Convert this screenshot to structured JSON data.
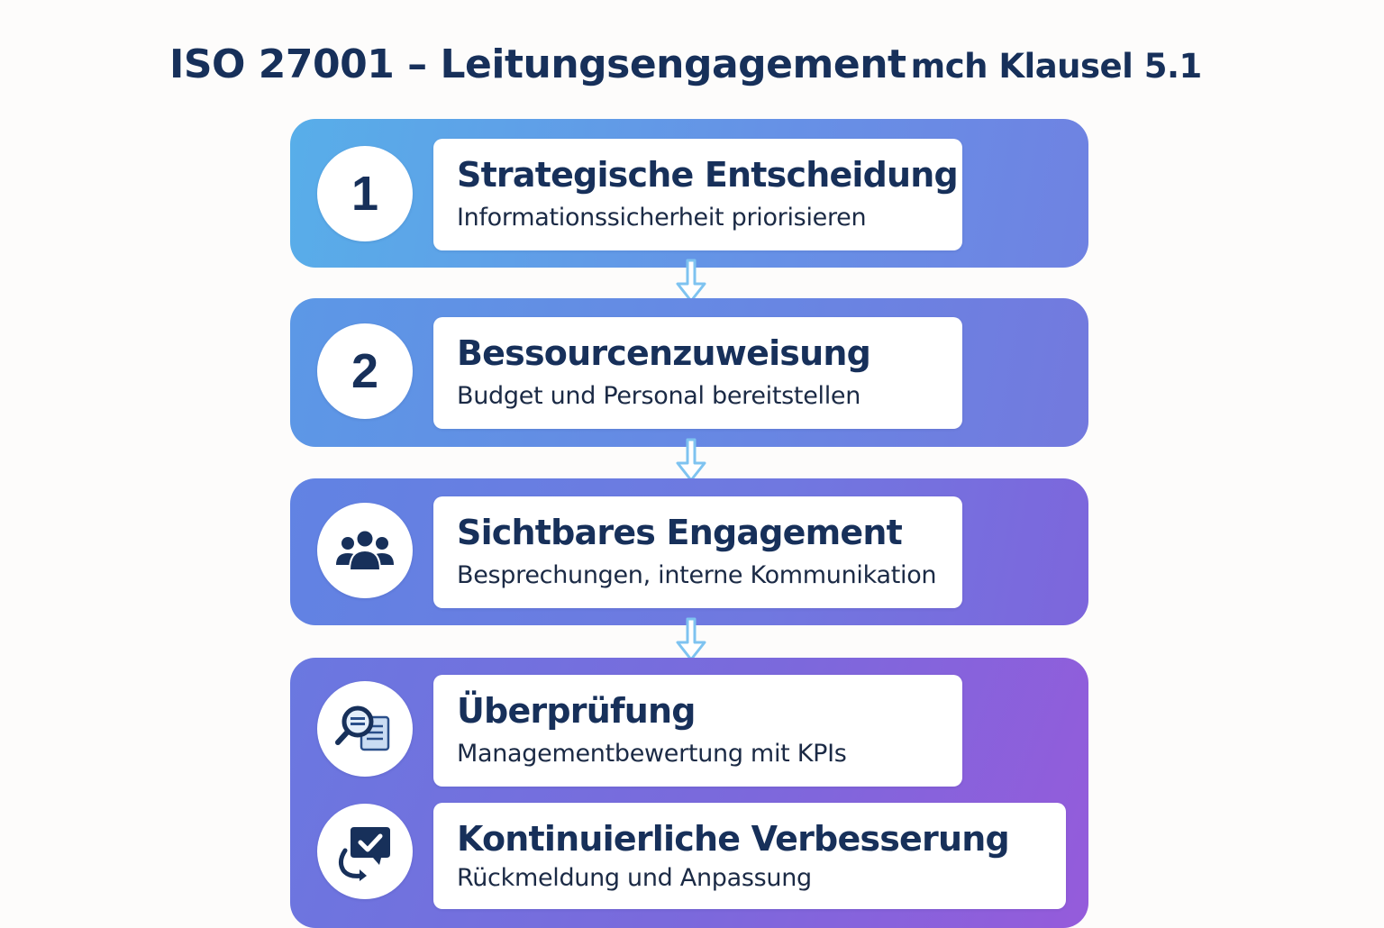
{
  "title": {
    "main": "ISO 27001 – Leitungsengagement",
    "suffix": "mch Klausel 5.1"
  },
  "steps": [
    {
      "number": "1",
      "heading": "Strategische Entscheidung",
      "description": "Informationssicherheit priorisieren"
    },
    {
      "number": "2",
      "heading": "Bessourcenzuweisung",
      "description": "Budget und Personal bereitstellen"
    },
    {
      "icon": "people-group-icon",
      "heading": "Sichtbares Engagement",
      "description": "Besprechungen, interne Kommunikation"
    },
    {
      "icon": "magnifier-document-icon",
      "heading": "Überprüfung",
      "description": "Managementbewertung mit KPIs"
    },
    {
      "icon": "feedback-cycle-icon",
      "heading": "Kontinuierliche Verbesserung",
      "description": "Rückmeldung und Anpassung"
    }
  ],
  "colors": {
    "heading_text": "#17305a",
    "arrow": "#7ec3f0",
    "band_start": "#58aee9",
    "band_end": "#955bdb"
  }
}
